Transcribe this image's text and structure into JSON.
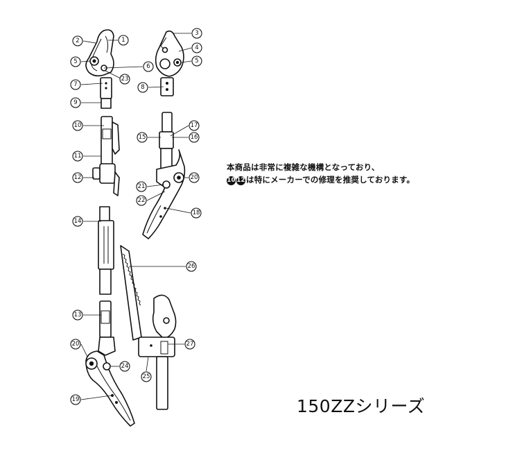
{
  "note": {
    "line1": "本商品は非常に複雑な機構となっており、",
    "line2_num_a": "10",
    "line2_num_b": "12",
    "line2_text": "は特にメーカーでの修理を推奨しております。"
  },
  "series_title": "150ZZシリーズ",
  "callouts": [
    "1",
    "2",
    "3",
    "4",
    "5",
    "5",
    "6",
    "7",
    "8",
    "9",
    "10",
    "11",
    "12",
    "13",
    "14",
    "15",
    "16",
    "17",
    "18",
    "19",
    "20",
    "20",
    "21",
    "22",
    "23",
    "24",
    "25",
    "26",
    "27"
  ]
}
